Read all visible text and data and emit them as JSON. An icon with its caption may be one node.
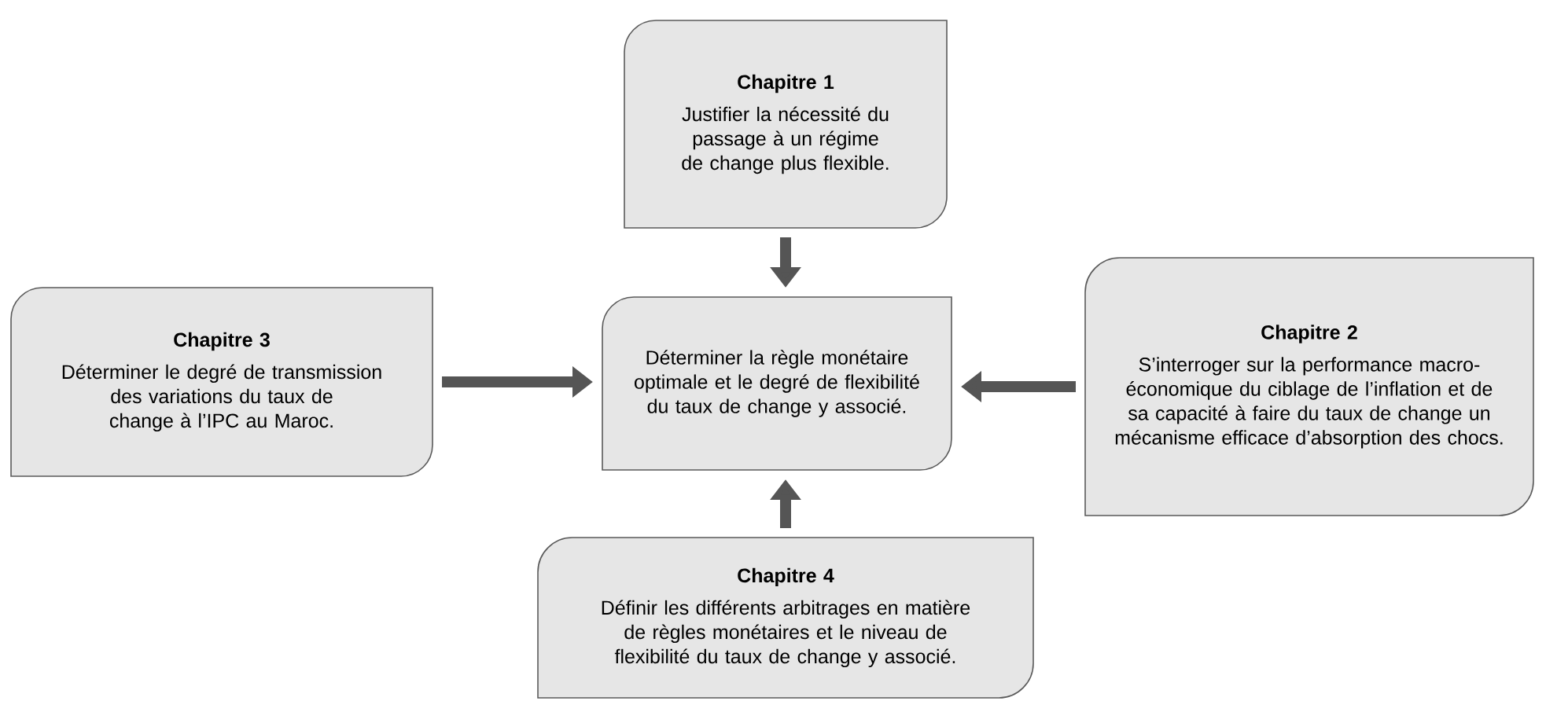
{
  "diagram": {
    "nodes": [
      {
        "text": [
          "Chapitre 1",
          "Justifier la nécessité du passage à un régime de change plus flexible."
        ]
      },
      {
        "text": [
          "Chapitre 3",
          "Déterminer le degré de transmission des variations du taux de change à l’IPC au Maroc."
        ]
      },
      {
        "text": [
          "Déterminer la règle monétaire optimale et le degré de flexibilité du taux de change y associé."
        ]
      },
      {
        "text": [
          "Chapitre 2",
          "S’interroger sur la performance macro-économique du ciblage de l’inflation et de sa capacité à faire du taux de change un mécanisme efficace d’absorption des chocs."
        ]
      },
      {
        "text": [
          "Chapitre 4",
          "Définir les différents arbitrages en matière de règles monétaires et le niveau de flexibilité du taux de change y associé."
        ]
      }
    ],
    "edges": [
      {
        "from": 0,
        "to": 2,
        "arrow": "to"
      },
      {
        "from": 1,
        "to": 2,
        "arrow": "to"
      },
      {
        "from": 3,
        "to": 2,
        "arrow": "to"
      },
      {
        "from": 4,
        "to": 2,
        "arrow": "to"
      }
    ]
  }
}
